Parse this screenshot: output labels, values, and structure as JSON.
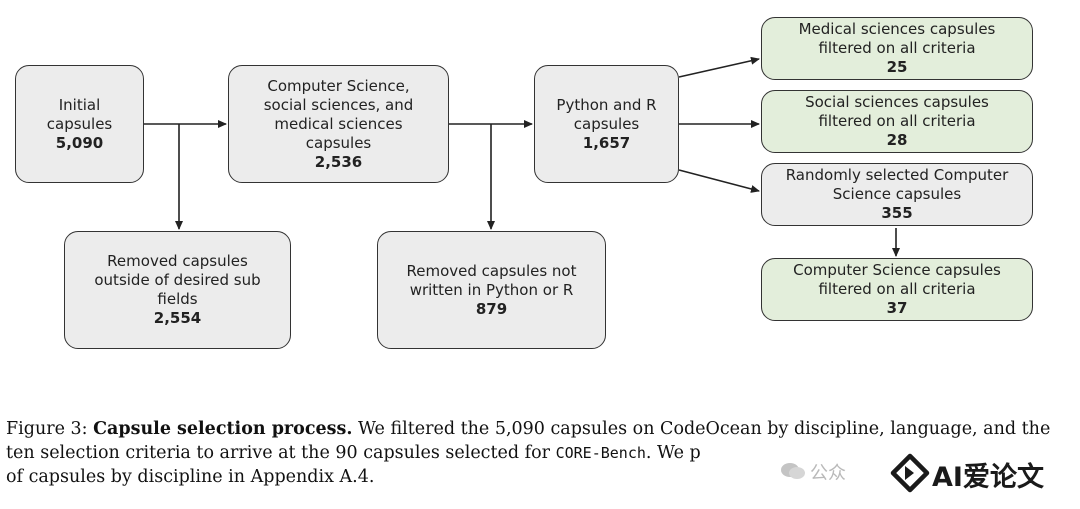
{
  "diagram": {
    "nodes": {
      "initial": {
        "label": "Initial capsules",
        "count": "5,090"
      },
      "cs_social_medical": {
        "label": "Computer Science, social sciences, and medical sciences capsules",
        "count": "2,536"
      },
      "python_r": {
        "label": "Python and R capsules",
        "count": "1,657"
      },
      "removed_subfields": {
        "label": "Removed capsules outside of desired sub fields",
        "count": "2,554"
      },
      "removed_language": {
        "label": "Removed capsules not written in Python or R",
        "count": "879"
      },
      "medical_filtered": {
        "label": "Medical sciences capsules filtered on all criteria",
        "count": "25"
      },
      "social_filtered": {
        "label": "Social sciences capsules filtered on all criteria",
        "count": "28"
      },
      "cs_random": {
        "label": "Randomly selected Computer Science capsules",
        "count": "355"
      },
      "cs_filtered": {
        "label": "Computer Science capsules filtered on all criteria",
        "count": "37"
      }
    },
    "colors": {
      "neutral_box": "#ececec",
      "filtered_box": "#e3eedb",
      "stroke": "#333333"
    }
  },
  "caption": {
    "prefix": "Figure 3: ",
    "bold": "Capsule selection process.",
    "text1": " We filtered the 5,090 capsules on CodeOcean by discipline, language, and the ten selection criteria to arrive at the 90 capsules selected for ",
    "code": "CORE-Bench",
    "text2": ". We p",
    "text3": " of capsules by discipline in Appendix A.4."
  },
  "watermark": {
    "cn_text": "公众",
    "brand": "AI爱论文",
    "logo_icon": "diamond-arrow-logo-icon",
    "wechat_icon": "wechat-icon"
  }
}
